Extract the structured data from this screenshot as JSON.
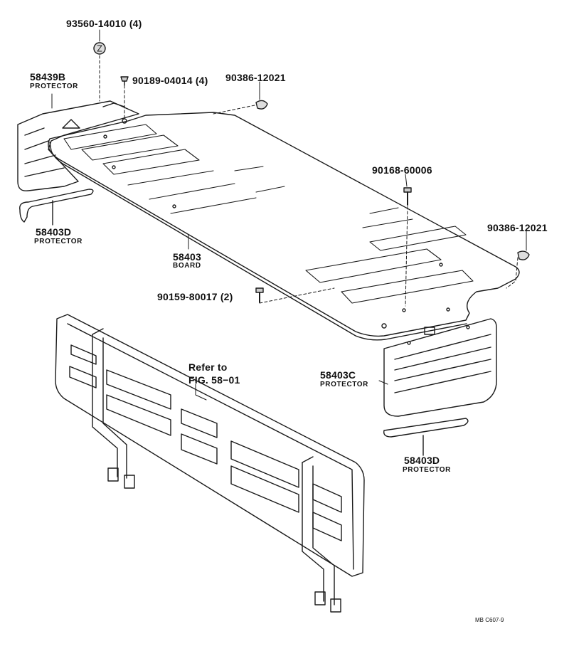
{
  "parts": {
    "p93560": {
      "number": "93560-14010 (4)"
    },
    "p90189": {
      "number": "90189-04014 (4)"
    },
    "p90386a": {
      "number": "90386-12021"
    },
    "p90386b": {
      "number": "90386-12021"
    },
    "p58439b": {
      "number": "58439B",
      "name": "PROTECTOR"
    },
    "p58403d_left": {
      "number": "58403D",
      "name": "PROTECTOR"
    },
    "p58403": {
      "number": "58403",
      "name": "BOARD"
    },
    "p90168": {
      "number": "90168-60006"
    },
    "p90159": {
      "number": "90159-80017 (2)"
    },
    "p58403c": {
      "number": "58403C",
      "name": "PROTECTOR"
    },
    "p58403d_right": {
      "number": "58403D",
      "name": "PROTECTOR"
    },
    "refer": {
      "line1": "Refer to",
      "line2": "FIG. 58−01"
    }
  },
  "diagram_code": "MB C607-9"
}
